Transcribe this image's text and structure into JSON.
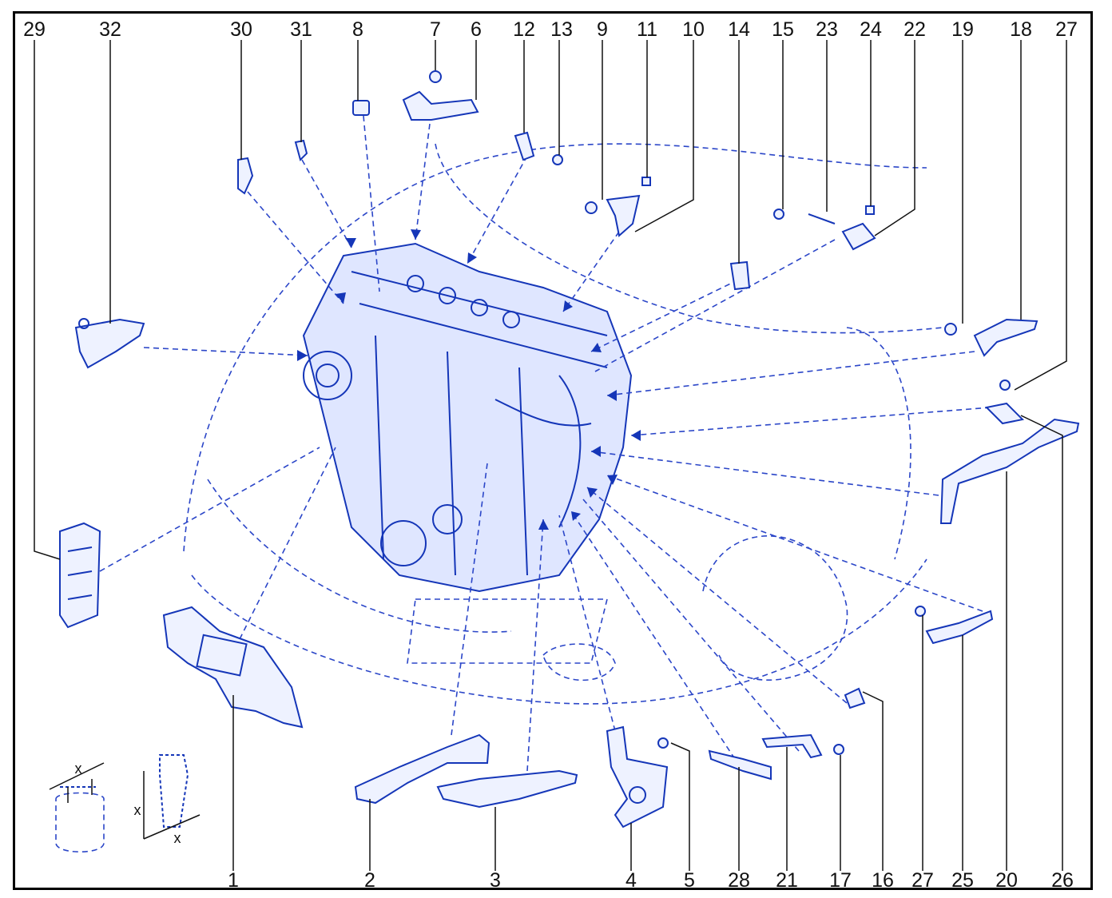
{
  "diagram": {
    "callouts_top": [
      "29",
      "32",
      "30",
      "31",
      "8",
      "7",
      "6",
      "12",
      "13",
      "9",
      "11",
      "10",
      "14",
      "15",
      "23",
      "24",
      "22",
      "19",
      "18",
      "27"
    ],
    "callouts_bottom": [
      "1",
      "2",
      "3",
      "4",
      "5",
      "28",
      "21",
      "17",
      "16",
      "27",
      "25",
      "20",
      "26"
    ],
    "dimension_labels": [
      "x",
      "x",
      "x"
    ]
  },
  "colors": {
    "line": "#1536b8",
    "text": "#111111",
    "frame": "#000000"
  },
  "icons": [
    "exploded-engine-view",
    "bolt",
    "nut",
    "bracket",
    "harness-support"
  ]
}
